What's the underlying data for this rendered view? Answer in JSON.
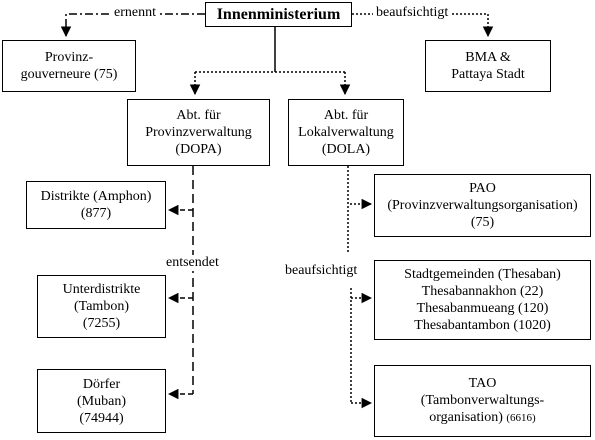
{
  "ministry": {
    "title": "Innenministerium"
  },
  "labels": {
    "ernennt": "ernennt",
    "beaufsichtigt_top": "beaufsichtigt",
    "entsendet": "entsendet",
    "beaufsichtigt_mid": "beaufsichtigt"
  },
  "boxes": {
    "provinz": {
      "line1": "Provinz-",
      "line2": "gouverneure (75)"
    },
    "bma": {
      "line1": "BMA &",
      "line2": "Pattaya Stadt"
    },
    "dopa": {
      "line1": "Abt. für",
      "line2": "Provinzverwaltung",
      "line3": "(DOPA)"
    },
    "dola": {
      "line1": "Abt. für",
      "line2": "Lokalverwaltung",
      "line3": "(DOLA)"
    },
    "distrikte": {
      "line1": "Distrikte (Amphon)",
      "line2": "(877)"
    },
    "unterdistrikte": {
      "line1": "Unterdistrikte",
      "line2": "(Tambon)",
      "line3": "(7255)"
    },
    "doerfer": {
      "line1": "Dörfer",
      "line2": "(Muban)",
      "line3": "(74944)"
    },
    "pao": {
      "line1": "PAO",
      "line2": "(Provinzverwaltungsorganisation)",
      "line3": "(75)"
    },
    "stadt": {
      "line1": "Stadtgemeinden (Thesaban)",
      "line2": "Thesabannakhon (22)",
      "line3": "Thesabanmueang (120)",
      "line4": "Thesabantambon (1020)"
    },
    "tao": {
      "line1": "TAO",
      "line2": "(Tambonverwaltungs-",
      "line3": "organisation)",
      "count": "(6616)"
    }
  }
}
